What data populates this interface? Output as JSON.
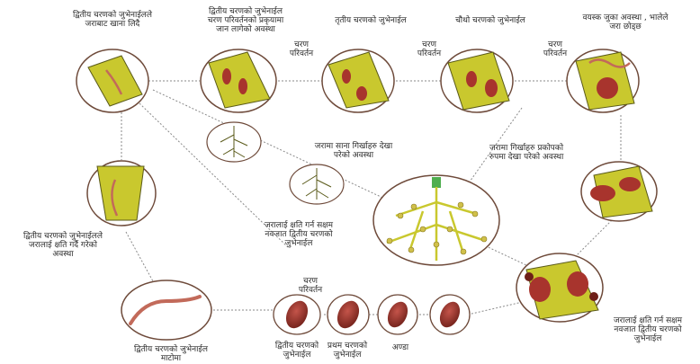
{
  "labels": {
    "stage2_roots_enter": "द्वितीय चरणको जुभेनाईलले\nजराबाट खाना लिदै",
    "stage2_molt": "द्वितीय चरणको जुभेनाईल\nचरण परिवर्तनको प्रकृयामा\nजान लागेको अवस्था",
    "stage3": "तृतीय चरणको जुभेनाईल",
    "stage4": "चौथो चरणको जुभेनाईल",
    "adult": "वयस्क जुका अवस्था , भालेले\nजरा छोड्छ",
    "molt1": "चरण\nपरिवर्तन",
    "molt2": "चरण\nपरिवर्तन",
    "molt3": "चरण\nपरिवर्तन",
    "small_galls": "जरामा साना गिर्खाहरु देखा\nपरेको अवस्था",
    "severe_galls": "जरामा गिर्खाहरु प्रकोपको\nरुपमा देखा परेको अवस्था",
    "infective_center": "जरालाई क्षति गर्न सक्षम\nनवजात द्वितीय चरणको\nजुभेनाईल",
    "damaging_left": "द्वितीय चरणको जुभेनाईलले\nजरालाई क्षति गर्दै गरेको\nअवस्था",
    "infective_right": "जरालाई क्षति गर्न सक्षम\nनवजात द्वितीय चरणको\nजुभेनाईल",
    "j2_soil": "द्वितीय चरणको जुभेनाईल\nमाटोमा",
    "molt_bottom": "चरण\nपरिवर्तन",
    "j2_egg": "द्वितीय चरणको\nजुभेनाईल",
    "j1_egg": "प्रथम चरणको\nजुभेनाईल",
    "egg": "अण्डा"
  },
  "colors": {
    "root_tissue": "#c9c82e",
    "root_outline": "#5a5a1a",
    "gall": "#a8342d",
    "worm": "#c26a5a",
    "egg_shell": "#8a2a22",
    "circle_outline": "#6e4a3a"
  }
}
